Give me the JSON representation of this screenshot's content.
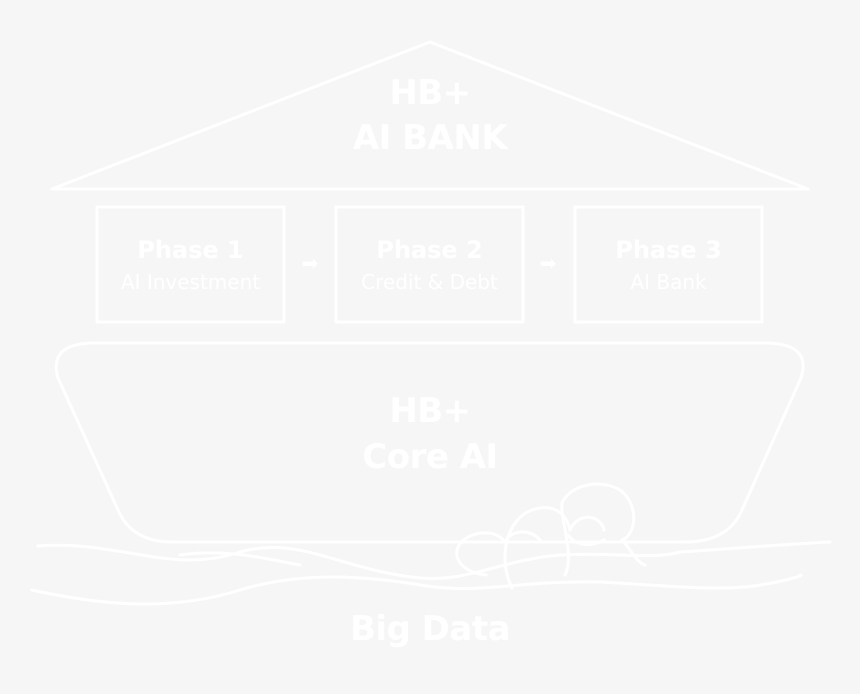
{
  "colors": {
    "background": "#f6f6f6",
    "line": "#ffffff"
  },
  "roof": {
    "line1": "HB+",
    "line2": "AI BANK"
  },
  "phases": [
    {
      "title": "Phase 1",
      "subtitle": "AI Investment"
    },
    {
      "title": "Phase 2",
      "subtitle": "Credit & Debt"
    },
    {
      "title": "Phase 3",
      "subtitle": "AI Bank"
    }
  ],
  "arrows": [
    {
      "icon": "arrow-right-icon"
    },
    {
      "icon": "arrow-right-icon"
    }
  ],
  "ship": {
    "line1": "HB+",
    "line2": "Core AI"
  },
  "base": {
    "label": "Big Data"
  }
}
